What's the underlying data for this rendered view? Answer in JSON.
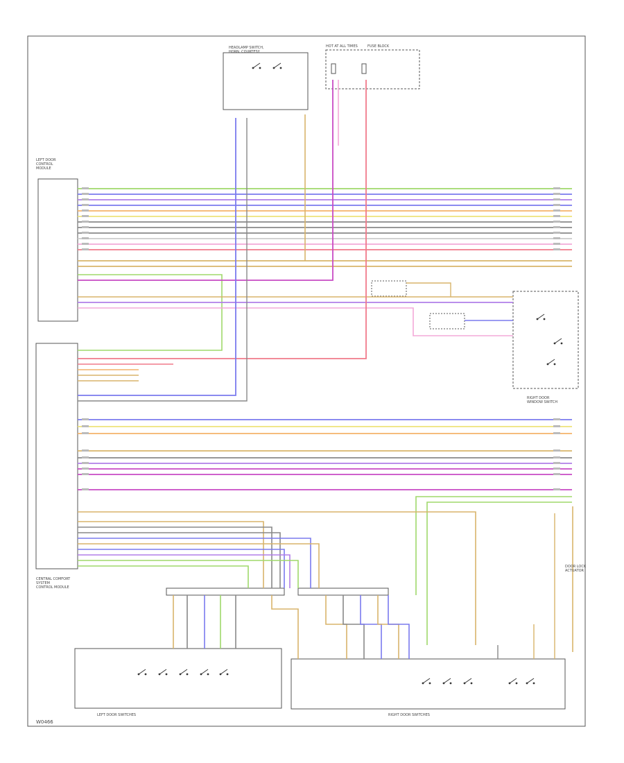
{
  "page_code": "W0466",
  "components": {
    "headlamp_switch": [
      "HEADLAMP SWITCH,",
      "HORN, COURTESY"
    ],
    "fuse_block": [
      "HOT AT ALL TIMES",
      "FUSE BLOCK"
    ],
    "left_module": [
      "LEFT DOOR",
      "CONTROL",
      "MODULE"
    ],
    "center_module": [
      "CENTRAL COMFORT",
      "SYSTEM",
      "CONTROL MODULE"
    ],
    "right_switch": [
      "RIGHT DOOR",
      "WINDOW SWITCH"
    ],
    "bottom_left_group": [
      "LEFT DOOR SWITCHES"
    ],
    "bottom_right_group": [
      "RIGHT DOOR SWITCHES"
    ],
    "lock_actuator": [
      "DOOR LOCK",
      "ACTUATOR"
    ]
  },
  "wire_colors": {
    "green": "#9fd86a",
    "blue": "#7a7aee",
    "violet": "#b07ee8",
    "orange": "#f4b26a",
    "yellow": "#eee27a",
    "red": "#f07a8a",
    "pink": "#f3a8d8",
    "magenta": "#c84ac4",
    "tan": "#d8b46a",
    "grey": "#888888"
  }
}
